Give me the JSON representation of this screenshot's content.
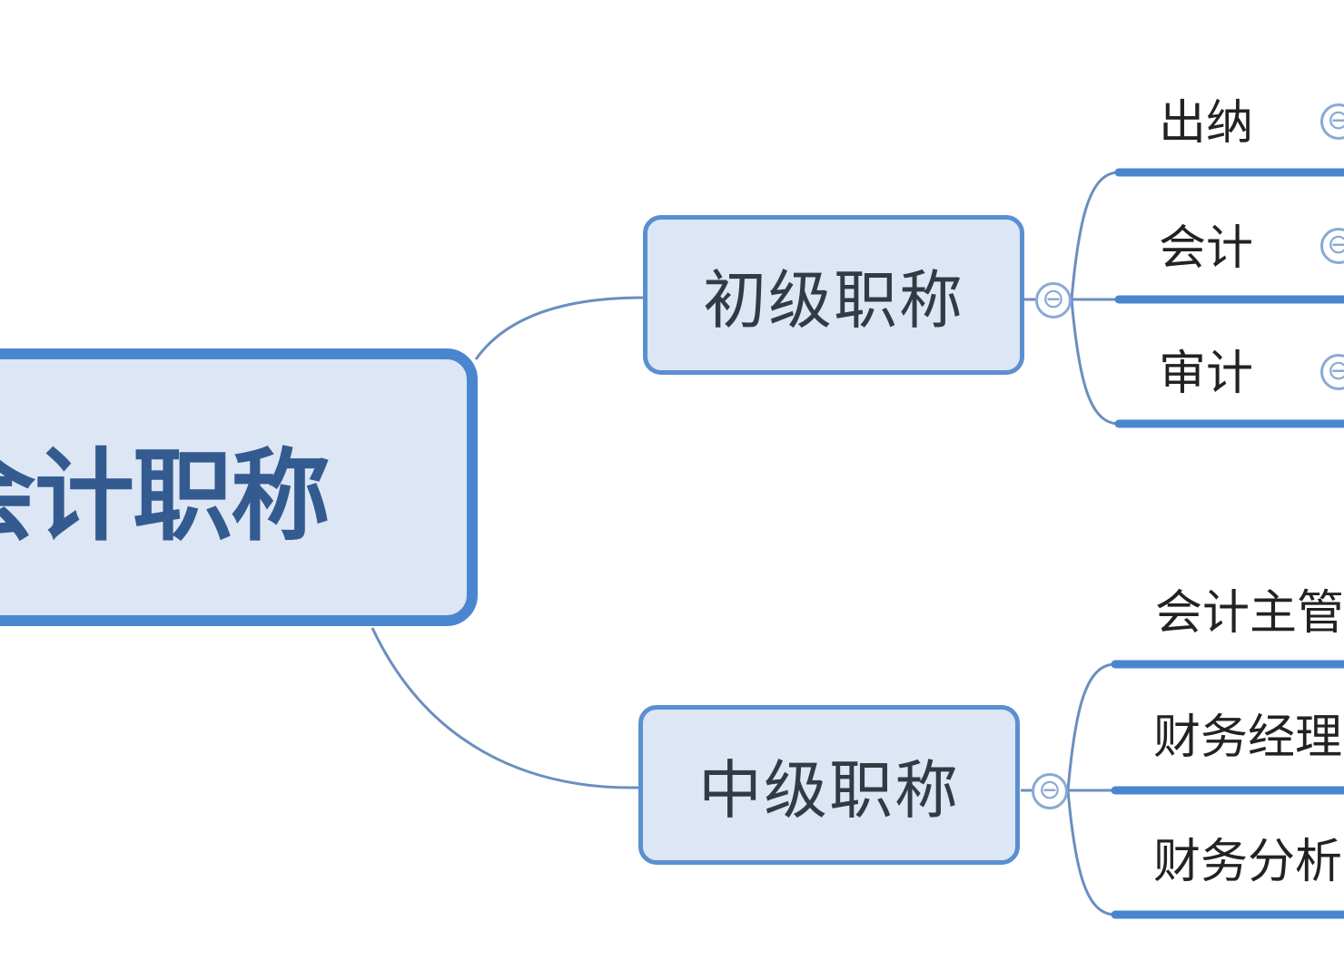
{
  "root": {
    "label": "会计职称"
  },
  "branches": [
    {
      "label": "初级职称",
      "toggle": "⊖",
      "children": [
        {
          "label": "出纳",
          "toggle": "⊖"
        },
        {
          "label": "会计",
          "toggle": "⊖"
        },
        {
          "label": "审计",
          "toggle": "⊖"
        }
      ]
    },
    {
      "label": "中级职称",
      "toggle": "⊖",
      "children": [
        {
          "label": "会计主管"
        },
        {
          "label": "财务经理"
        },
        {
          "label": "财务分析"
        }
      ]
    }
  ],
  "colors": {
    "node_fill": "#dde6f4",
    "node_border": "#4a86d0",
    "connector": "#6a8fbf",
    "leaf_underline": "#4a86d0",
    "root_text": "#335b8f"
  }
}
